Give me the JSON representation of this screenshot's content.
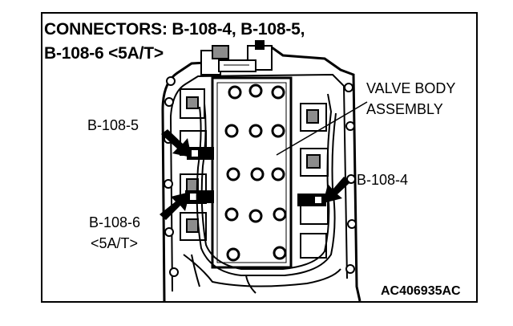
{
  "title": {
    "line1": "CONNECTORS: B-108-4, B-108-5,",
    "line2": "B-108-6 <5A/T>"
  },
  "labels": {
    "valve_body_line1": "VALVE BODY",
    "valve_body_line2": "ASSEMBLY",
    "b108_5": "B-108-5",
    "b108_4": "B-108-4",
    "b108_6_line1": "B-108-6",
    "b108_6_line2": "<5A/T>"
  },
  "figure_code": "AC406935AC",
  "colors": {
    "ink": "#000000",
    "paper": "#ffffff",
    "part_gray": "#8c8c8c"
  },
  "icons": [
    "arrow-b108-5-icon",
    "arrow-b108-6-icon",
    "arrow-b108-4-icon"
  ]
}
